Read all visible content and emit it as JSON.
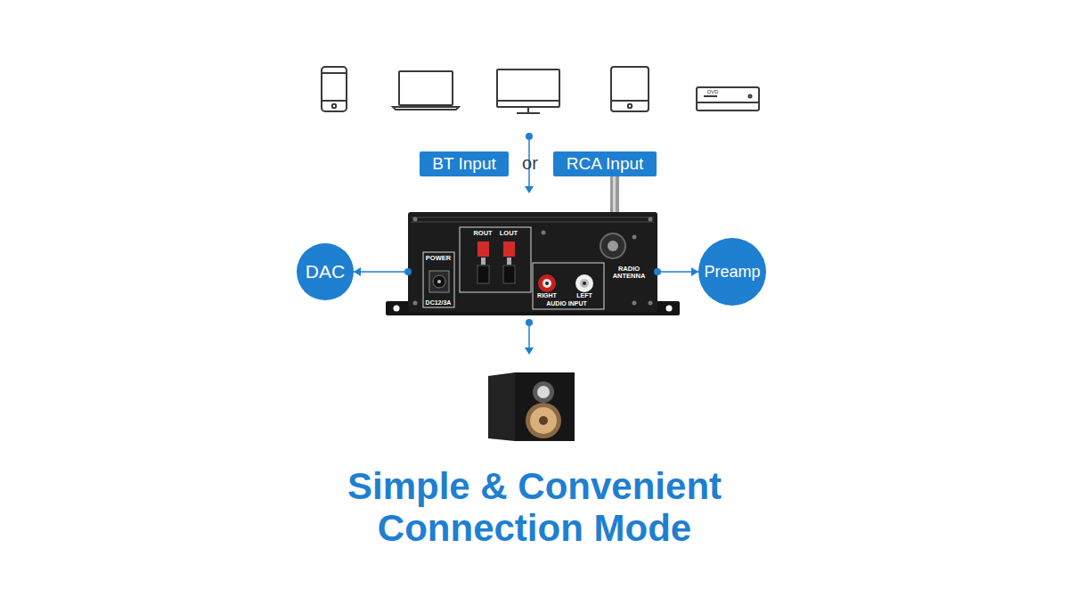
{
  "diagram": {
    "title": "Simple & Convenient Connection Mode",
    "nodes": [
      {
        "text": [
          "BT Input"
        ]
      },
      {
        "text": [
          "RCA Input"
        ]
      },
      {
        "text": [
          "DAC"
        ]
      },
      {
        "text": [
          "ROUT",
          "LOUT",
          "POWER",
          "DC12/3A",
          "RIGHT",
          "LEFT",
          "AUDIO INPUT",
          "RADIO ANTENNA"
        ]
      },
      {
        "text": [
          "Preamp"
        ]
      }
    ],
    "edges": [
      {
        "from": 3,
        "to": 2,
        "arrow": "to"
      },
      {
        "from": 3,
        "to": 4,
        "arrow": "to"
      }
    ],
    "labels": [
      "or",
      "DVD"
    ]
  }
}
